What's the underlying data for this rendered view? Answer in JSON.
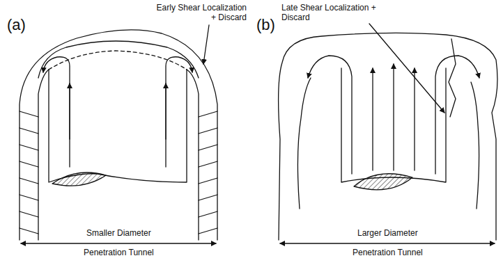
{
  "diagram": {
    "labels": [
      "(a)",
      "Early Shear Localization + Discard",
      "Smaller Diameter",
      "Penetration Tunnel",
      "(b)",
      "Late Shear Localization + Discard",
      "Larger Diameter",
      "Penetration Tunnel"
    ]
  }
}
